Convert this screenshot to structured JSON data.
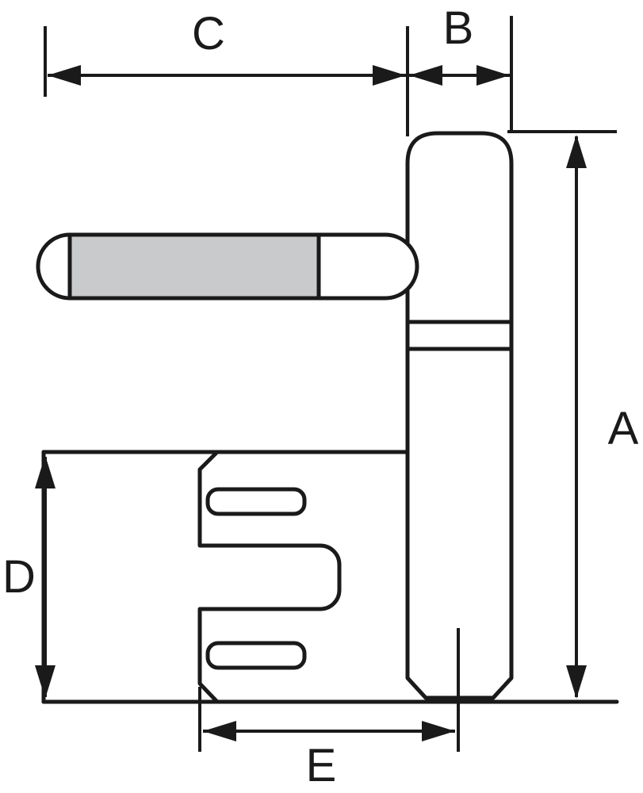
{
  "diagram": {
    "kind": "technical-drawing",
    "subject": "Hinge side view with dimension callouts",
    "colors": {
      "line": "#1a1a1a",
      "pin_fill": "#c9cacb",
      "background": "#ffffff"
    },
    "dimensions": {
      "a": {
        "label": "A"
      },
      "b": {
        "label": "B"
      },
      "c": {
        "label": "C"
      },
      "d": {
        "label": "D"
      },
      "e": {
        "label": "E"
      }
    }
  }
}
